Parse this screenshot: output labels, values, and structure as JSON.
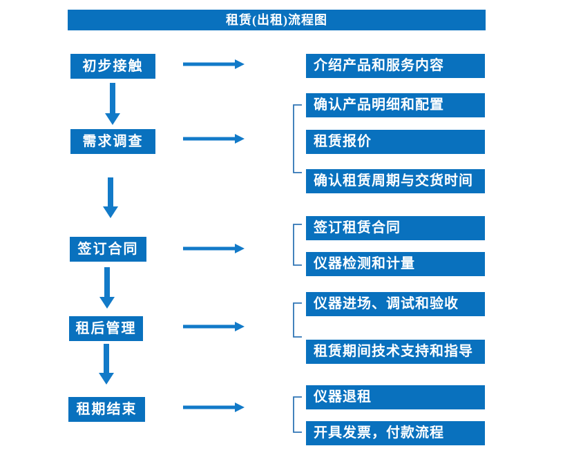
{
  "title": "租赁(出租)流程图",
  "colors": {
    "box_blue": "#0971BE",
    "arrow_blue": "#127AC8",
    "bracket_blue": "#2E74B5",
    "text_white": "#FFFFFF"
  },
  "stages": [
    {
      "label": "初步接触",
      "details": [
        "介绍产品和服务内容"
      ]
    },
    {
      "label": "需求调查",
      "details": [
        "确认产品明细和配置",
        "租赁报价",
        "确认租赁周期与交货时间"
      ]
    },
    {
      "label": "签订合同",
      "details": [
        "签订租赁合同",
        "仪器检测和计量"
      ]
    },
    {
      "label": "租后管理",
      "details": [
        "仪器进场、调试和验收",
        "租赁期间技术支持和指导"
      ]
    },
    {
      "label": "租期结束",
      "details": [
        "仪器退租",
        "开具发票，付款流程"
      ]
    }
  ]
}
